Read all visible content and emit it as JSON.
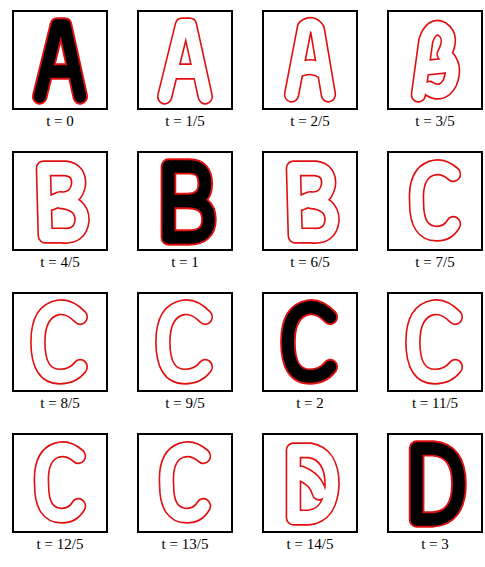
{
  "diagram": {
    "nodes": [
      {
        "text": [
          "t = 0"
        ]
      },
      {
        "text": [
          "t = 1/5"
        ]
      },
      {
        "text": [
          "t = 2/5"
        ]
      },
      {
        "text": [
          "t = 3/5"
        ]
      },
      {
        "text": [
          "t = 4/5"
        ]
      },
      {
        "text": [
          "t = 1"
        ]
      },
      {
        "text": [
          "t = 6/5"
        ]
      },
      {
        "text": [
          "t = 7/5"
        ]
      },
      {
        "text": [
          "t = 8/5"
        ]
      },
      {
        "text": [
          "t = 9/5"
        ]
      },
      {
        "text": [
          "t = 2"
        ]
      },
      {
        "text": [
          "t = 11/5"
        ]
      },
      {
        "text": [
          "t = 12/5"
        ]
      },
      {
        "text": [
          "t = 13/5"
        ]
      },
      {
        "text": [
          "t = 14/5"
        ]
      },
      {
        "text": [
          "t = 3"
        ]
      }
    ]
  }
}
